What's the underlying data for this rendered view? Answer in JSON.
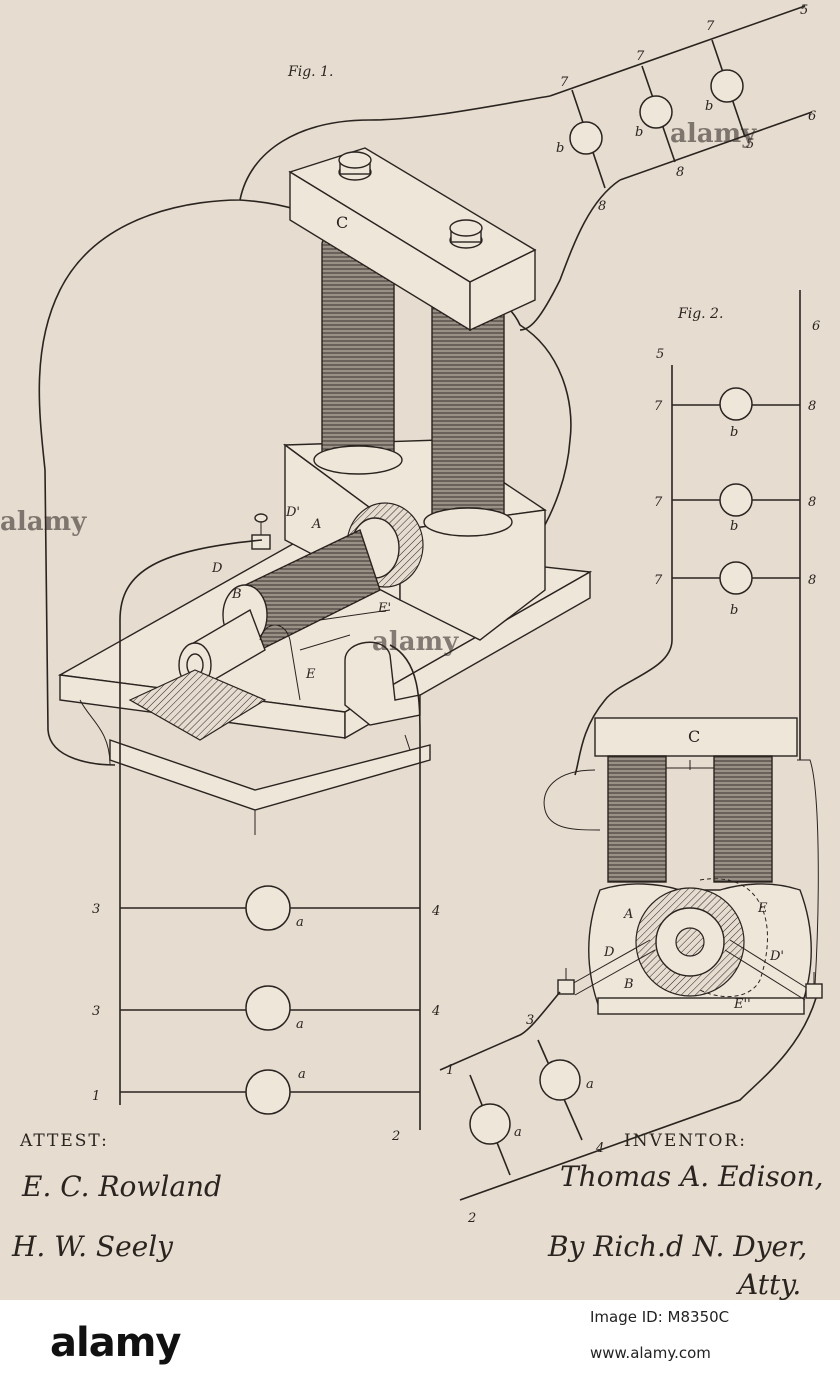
{
  "patent": {
    "fig1_label": "Fig. 1.",
    "fig2_label": "Fig. 2.",
    "attest_label": "ATTEST:",
    "inventor_label": "INVENTOR:",
    "witness_1": "E. C. Rowland",
    "witness_2": "H. W. Seely",
    "inventor_name": "Thomas A. Edison,",
    "attorney_line": "By Rich.d N. Dyer,",
    "attorney_title": "Atty."
  },
  "fig1_parts": {
    "C": "C",
    "A": "A",
    "B": "B",
    "D": "D",
    "D_prime": "D'",
    "E": "E",
    "E_prime": "E'"
  },
  "fig2_parts": {
    "C": "C",
    "A": "A",
    "B": "B",
    "D": "D",
    "D_prime": "D'",
    "E": "E",
    "E_double_prime": "E''"
  },
  "wire_numbers": {
    "n1": "1",
    "n2": "2",
    "n3": "3",
    "n4": "4",
    "n5": "5",
    "n6": "6",
    "n7": "7",
    "n8": "8"
  },
  "lamp_labels": {
    "a": "a",
    "b": "b"
  },
  "watermark": "alamy",
  "footer": {
    "brand": "alamy",
    "image_id": "Image ID: M8350C",
    "url": "www.alamy.com"
  }
}
